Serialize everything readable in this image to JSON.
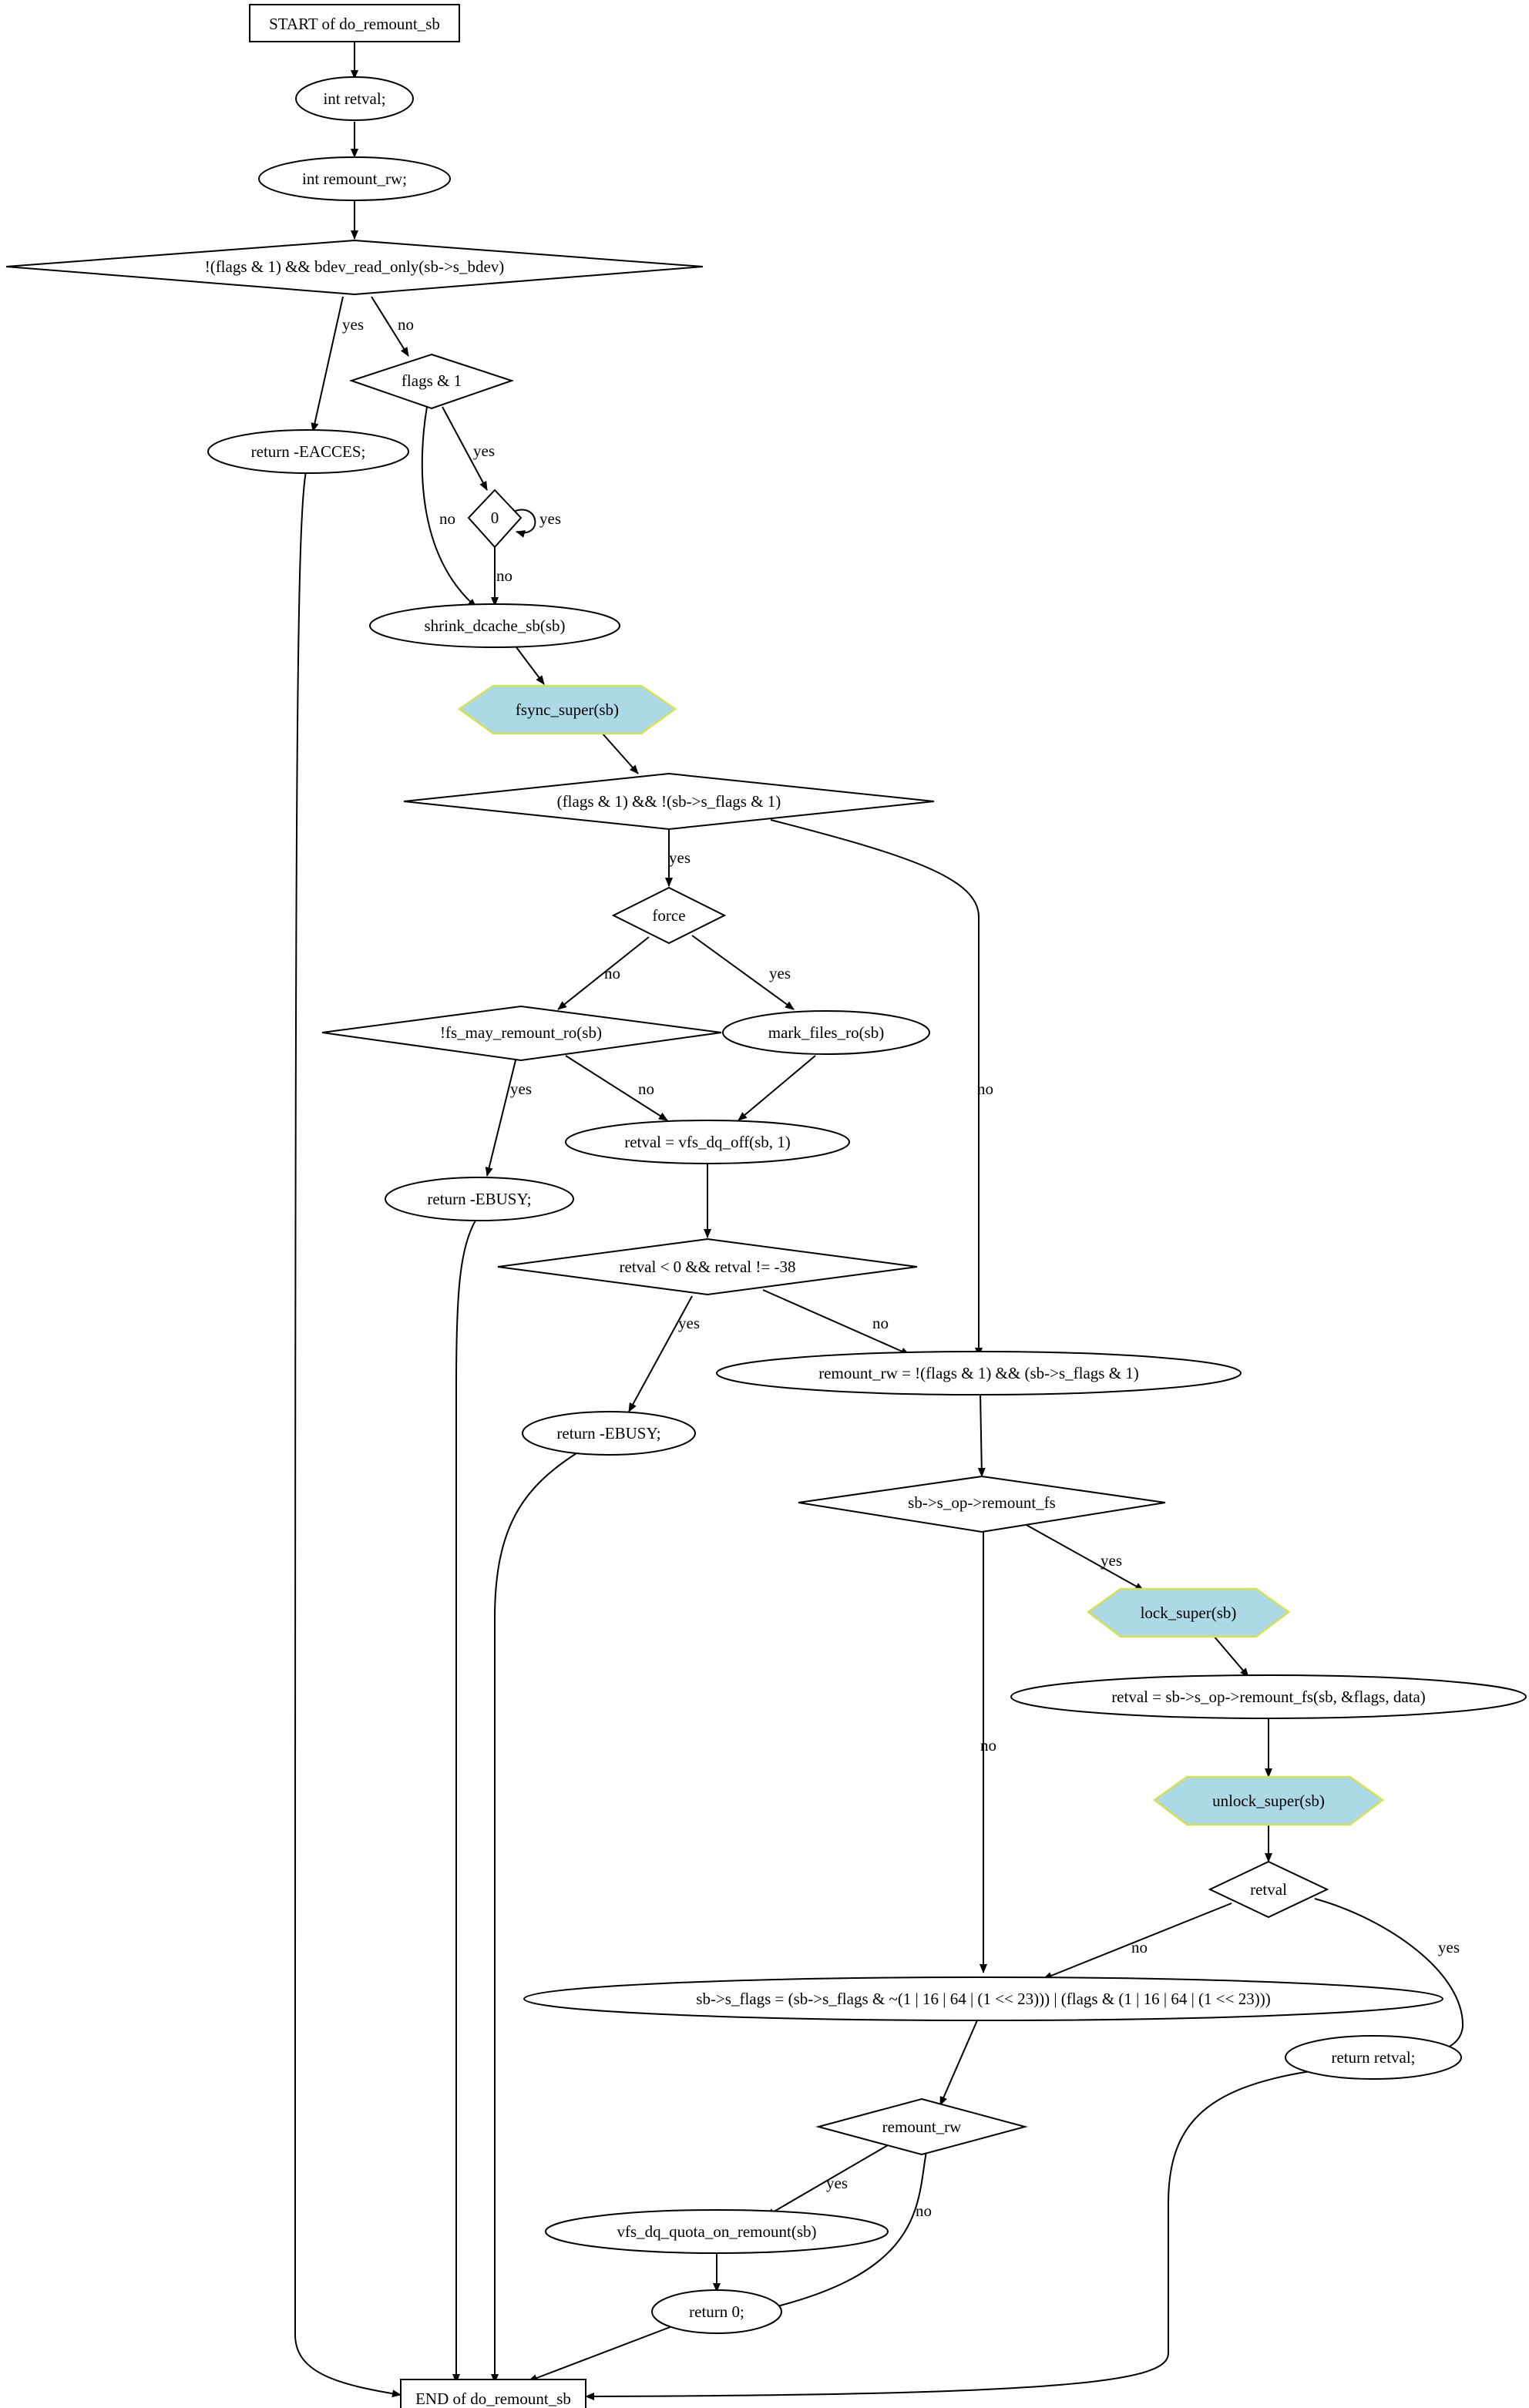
{
  "diagram": {
    "colors": {
      "call_fill": "#add8e6",
      "call_stroke": "#d4e157",
      "line": "#000000"
    },
    "nodes": {
      "start": "START of do_remount_sb",
      "int_retval": "int retval;",
      "int_remount_rw": "int remount_rw;",
      "cond_bdev": "!(flags & 1) && bdev_read_only(sb->s_bdev)",
      "ret_eacces": "return -EACCES;",
      "cond_flags1": "flags & 1",
      "cond_zero": "0",
      "shrink_dcache": "shrink_dcache_sb(sb)",
      "fsync_super": "fsync_super(sb)",
      "cond_ro": "(flags & 1) && !(sb->s_flags & 1)",
      "cond_force": "force",
      "cond_may_remount": "!fs_may_remount_ro(sb)",
      "mark_files_ro": "mark_files_ro(sb)",
      "ret_ebusy_1": "return -EBUSY;",
      "vfs_dq_off": "retval = vfs_dq_off(sb, 1)",
      "cond_retval_38": "retval < 0 && retval != -38",
      "ret_ebusy_2": "return -EBUSY;",
      "remount_rw_assign": "remount_rw = !(flags & 1) && (sb->s_flags & 1)",
      "cond_remount_fs": "sb->s_op->remount_fs",
      "lock_super": "lock_super(sb)",
      "retval_remount_fs": "retval = sb->s_op->remount_fs(sb, &flags, data)",
      "unlock_super": "unlock_super(sb)",
      "cond_retval": "retval",
      "ret_retval": "return retval;",
      "sflags_assign": "sb->s_flags = (sb->s_flags & ~(1 | 16 | 64 | (1 << 23))) | (flags & (1 | 16 | 64 | (1 << 23)))",
      "cond_remount_rw": "remount_rw",
      "vfs_dq_quota": "vfs_dq_quota_on_remount(sb)",
      "ret_zero": "return 0;",
      "end": "END of do_remount_sb"
    },
    "edge_labels": {
      "bdev_yes": "yes",
      "bdev_no": "no",
      "flags1_yes": "yes",
      "flags1_no": "no",
      "zero_yes": "yes",
      "zero_no": "no",
      "ro_yes": "yes",
      "ro_no": "no",
      "force_no": "no",
      "force_yes": "yes",
      "may_yes": "yes",
      "may_no": "no",
      "r38_yes": "yes",
      "r38_no": "no",
      "remountfs_yes": "yes",
      "remountfs_no": "no",
      "retval_no": "no",
      "retval_yes": "yes",
      "rw_yes": "yes",
      "rw_no": "no"
    }
  }
}
